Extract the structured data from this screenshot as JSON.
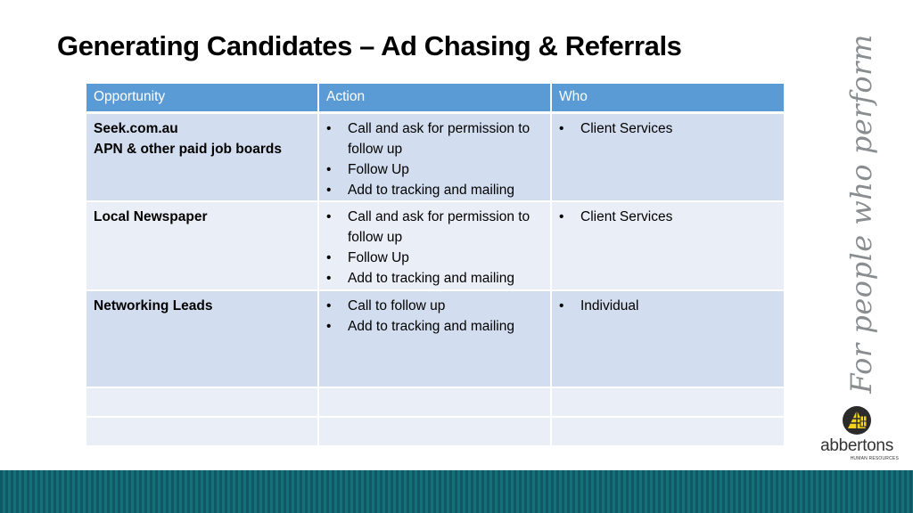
{
  "title": "Generating Candidates – Ad Chasing & Referrals",
  "table": {
    "headers": [
      "Opportunity",
      "Action",
      "Who"
    ],
    "rows": [
      {
        "opportunity": [
          "Seek.com.au",
          "APN & other paid job boards"
        ],
        "actions": [
          "Call and ask for permission to follow up",
          "Follow Up",
          "Add to tracking and mailing"
        ],
        "who": [
          "Client Services"
        ]
      },
      {
        "opportunity": [
          "Local Newspaper"
        ],
        "actions": [
          "Call and ask for permission to follow up",
          "Follow Up",
          "Add to tracking and mailing"
        ],
        "who": [
          "Client Services"
        ]
      },
      {
        "opportunity": [
          "Networking Leads"
        ],
        "actions": [
          "Call to follow up",
          "Add to tracking and mailing"
        ],
        "who": [
          "Individual"
        ]
      },
      {
        "opportunity": [],
        "actions": [],
        "who": []
      },
      {
        "opportunity": [],
        "actions": [],
        "who": []
      }
    ]
  },
  "tagline": "For people who perform",
  "logo": {
    "name": "abbertons",
    "subtitle": "HUMAN RESOURCES"
  },
  "colors": {
    "header_bg": "#5b9bd5",
    "row_dark": "#d2deef",
    "row_light": "#eaeff7",
    "footer": "#0e5963",
    "logo_yellow": "#f2d21b"
  }
}
